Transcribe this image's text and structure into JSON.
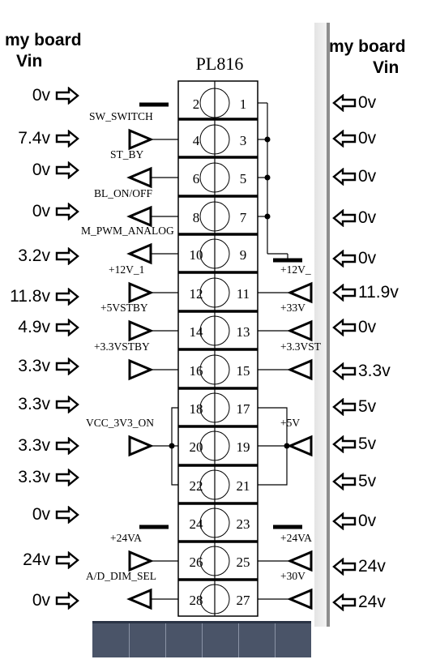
{
  "headers": {
    "left_line1": "my board",
    "left_line2": "Vin",
    "right_line1": "my board",
    "right_line2": "Vin"
  },
  "connector": {
    "title": "PL816"
  },
  "left_voltages": [
    "0v",
    "7.4v",
    "0v",
    "0v",
    "3.2v",
    "11.8v",
    "4.9v",
    "3.3v",
    "3.3v",
    "3.3v",
    "3.3v",
    "0v",
    "24v",
    "0v"
  ],
  "right_voltages": [
    "0v",
    "0v",
    "0v",
    "0v",
    "0v",
    "11.9v",
    "0v",
    "3.3v",
    "5v",
    "5v",
    "5v",
    "0v",
    "24v",
    "24v"
  ],
  "rows": [
    {
      "left_pin": "2",
      "right_pin": "1",
      "left_signal": "",
      "right_signal": ""
    },
    {
      "left_pin": "4",
      "right_pin": "3",
      "left_signal": "SW_SWITCH",
      "right_signal": ""
    },
    {
      "left_pin": "6",
      "right_pin": "5",
      "left_signal": "ST_BY",
      "right_signal": ""
    },
    {
      "left_pin": "8",
      "right_pin": "7",
      "left_signal": "BL_ON/OFF",
      "right_signal": ""
    },
    {
      "left_pin": "10",
      "right_pin": "9",
      "left_signal": "M_PWM_ANALOG",
      "right_signal": ""
    },
    {
      "left_pin": "12",
      "right_pin": "11",
      "left_signal": "+12V_1",
      "right_signal": "+12V_"
    },
    {
      "left_pin": "14",
      "right_pin": "13",
      "left_signal": "+5VSTBY",
      "right_signal": "+33V"
    },
    {
      "left_pin": "16",
      "right_pin": "15",
      "left_signal": "+3.3VSTBY",
      "right_signal": "+3.3VST"
    },
    {
      "left_pin": "18",
      "right_pin": "17",
      "left_signal": "",
      "right_signal": ""
    },
    {
      "left_pin": "20",
      "right_pin": "19",
      "left_signal": "VCC_3V3_ON",
      "right_signal": "+5V"
    },
    {
      "left_pin": "22",
      "right_pin": "21",
      "left_signal": "",
      "right_signal": ""
    },
    {
      "left_pin": "24",
      "right_pin": "23",
      "left_signal": "",
      "right_signal": ""
    },
    {
      "left_pin": "26",
      "right_pin": "25",
      "left_signal": "+24VA",
      "right_signal": "+24VA"
    },
    {
      "left_pin": "28",
      "right_pin": "27",
      "left_signal": "A/D_DIM_SEL",
      "right_signal": "+30V"
    }
  ]
}
